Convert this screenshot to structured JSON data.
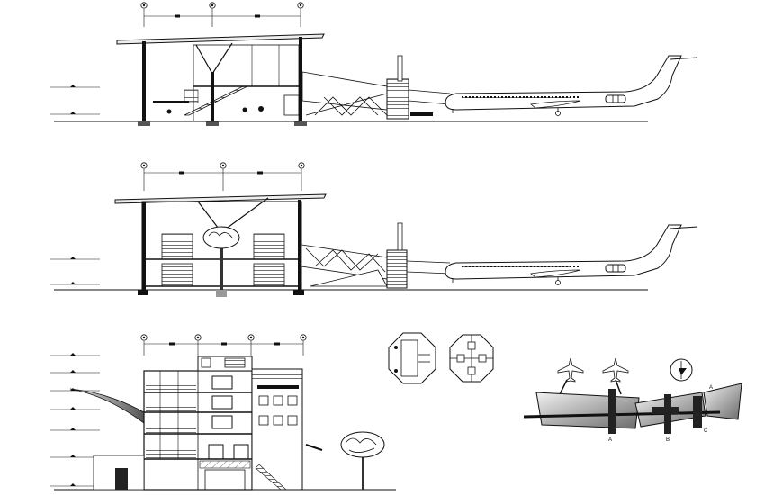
{
  "sections": [
    {
      "id": "section-1",
      "grid_labels": [
        "",
        "",
        ""
      ],
      "level_labels": [
        "",
        ""
      ]
    },
    {
      "id": "section-2",
      "grid_labels": [
        "",
        "",
        ""
      ],
      "level_labels": [
        "",
        ""
      ]
    },
    {
      "id": "section-3",
      "grid_labels": [
        "",
        "",
        "",
        ""
      ],
      "level_labels": [
        "",
        "",
        "",
        "",
        "",
        ""
      ]
    }
  ],
  "site_plan": {
    "section_tags": [
      "A",
      "B",
      "C"
    ],
    "compass_label": "",
    "plan_caption": "",
    "colors": {
      "line": "#111111",
      "tree": "#555555",
      "glass": "#9a9a9a"
    }
  }
}
